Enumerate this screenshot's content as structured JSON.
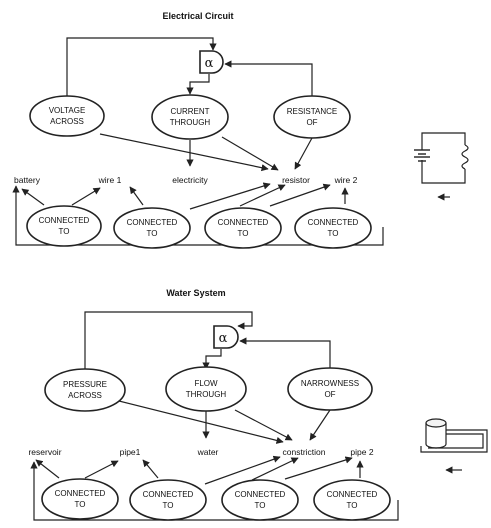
{
  "electrical": {
    "title": "Electrical Circuit",
    "alpha": "α",
    "concepts": {
      "voltage": [
        "VOLTAGE",
        "ACROSS"
      ],
      "current": [
        "CURRENT",
        "THROUGH"
      ],
      "resistance": [
        "RESISTANCE",
        "OF"
      ]
    },
    "entities": {
      "battery": "battery",
      "wire1": "wire 1",
      "electricity": "electricity",
      "resistor": "resistor",
      "wire2": "wire 2"
    },
    "connected": [
      "CONNECTED",
      "TO"
    ]
  },
  "water": {
    "title": "Water System",
    "alpha": "α",
    "concepts": {
      "pressure": [
        "PRESSURE",
        "ACROSS"
      ],
      "flow": [
        "FLOW",
        "THROUGH"
      ],
      "narrowness": [
        "NARROWNESS",
        "OF"
      ]
    },
    "entities": {
      "reservoir": "reservoir",
      "pipe1": "pipe1",
      "water": "water",
      "constriction": "constriction",
      "pipe2": "pipe 2"
    },
    "connected": [
      "CONNECTED",
      "TO"
    ]
  }
}
